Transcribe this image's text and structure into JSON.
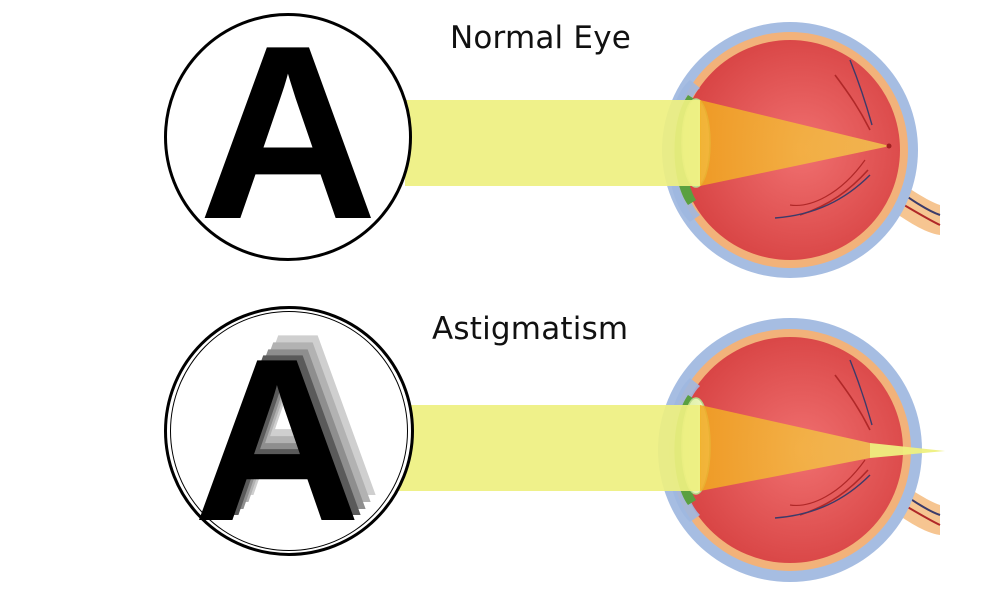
{
  "diagram": {
    "panels": [
      {
        "id": "normal",
        "title": "Normal Eye",
        "letter": "A",
        "rays": "converge-on-retina"
      },
      {
        "id": "astigmatism",
        "title": "Astigmatism",
        "letter": "A",
        "rays": "focus-behind-retina"
      }
    ]
  },
  "colors": {
    "light_beam": "#eef080",
    "focused_cone": "#f0b428",
    "sclera": "#9db4dc",
    "eye_interior": "#e05252",
    "retina": "#f2b27a",
    "lens": "#bfe07a",
    "blood_vessel": "#b02828",
    "optic_nerve": "#f6c591"
  }
}
